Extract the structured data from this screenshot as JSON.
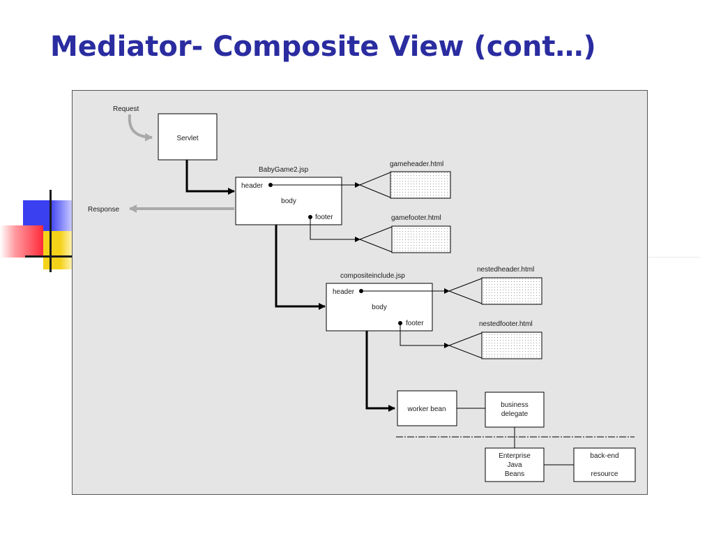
{
  "slide": {
    "title": "Mediator- Composite View (cont…)"
  },
  "colors": {
    "title": "#2a2ca0",
    "deco_blue": "#3a3ff0",
    "deco_yellow": "#f5d21a",
    "deco_red": "#ff2a3a",
    "diagram_bg": "#e5e5e5"
  },
  "diagram": {
    "request": "Request",
    "response": "Response",
    "servlet": "Servlet",
    "babygame": {
      "label": "BabyGame2.jsp",
      "header": "header",
      "body": "body",
      "footer": "footer"
    },
    "gameheader": "gameheader.html",
    "gamefooter": "gamefooter.html",
    "compositeinclude": {
      "label": "compositeinclude.jsp",
      "header": "header",
      "body": "body",
      "footer": "footer"
    },
    "nestedheader": "nestedheader.html",
    "nestedfooter": "nestedfooter.html",
    "worker_bean": "worker bean",
    "business_delegate": {
      "line1": "business",
      "line2": "delegate"
    },
    "ejb": {
      "line1": "Enterprise",
      "line2": "Java",
      "line3": "Beans"
    },
    "backend": {
      "line1": "back-end",
      "line2": "resource"
    }
  }
}
